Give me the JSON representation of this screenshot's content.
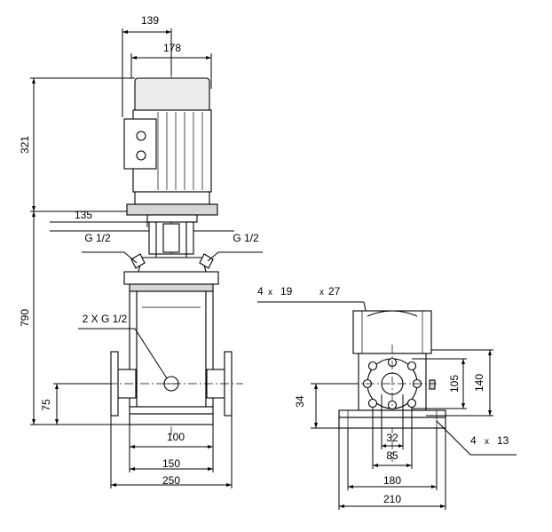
{
  "dimensions": {
    "motor_top_width": "139",
    "motor_width": "178",
    "motor_height": "321",
    "flange_offset": "135",
    "vent_left": "G 1/2",
    "vent_right": "G 1/2",
    "pump_height": "790",
    "drain": "2 X G 1/2",
    "inlet_height": "75",
    "port_centers": "100",
    "base_width": "150",
    "overall_width": "250",
    "bolt_holes_count": "4",
    "bolt_holes_size": "19",
    "bolt_circle": "27",
    "bolt_sep_x": "x",
    "bolt_sep_2_x": "x",
    "flange_inner": "105",
    "flange_outer": "140",
    "base_thickness": "34",
    "flange_bore": "32",
    "bolt_pitch": "85",
    "foot_holes_count": "4",
    "foot_sep_x": "x",
    "foot_holes_size": "13",
    "foot_span": "180",
    "base_length": "210"
  }
}
